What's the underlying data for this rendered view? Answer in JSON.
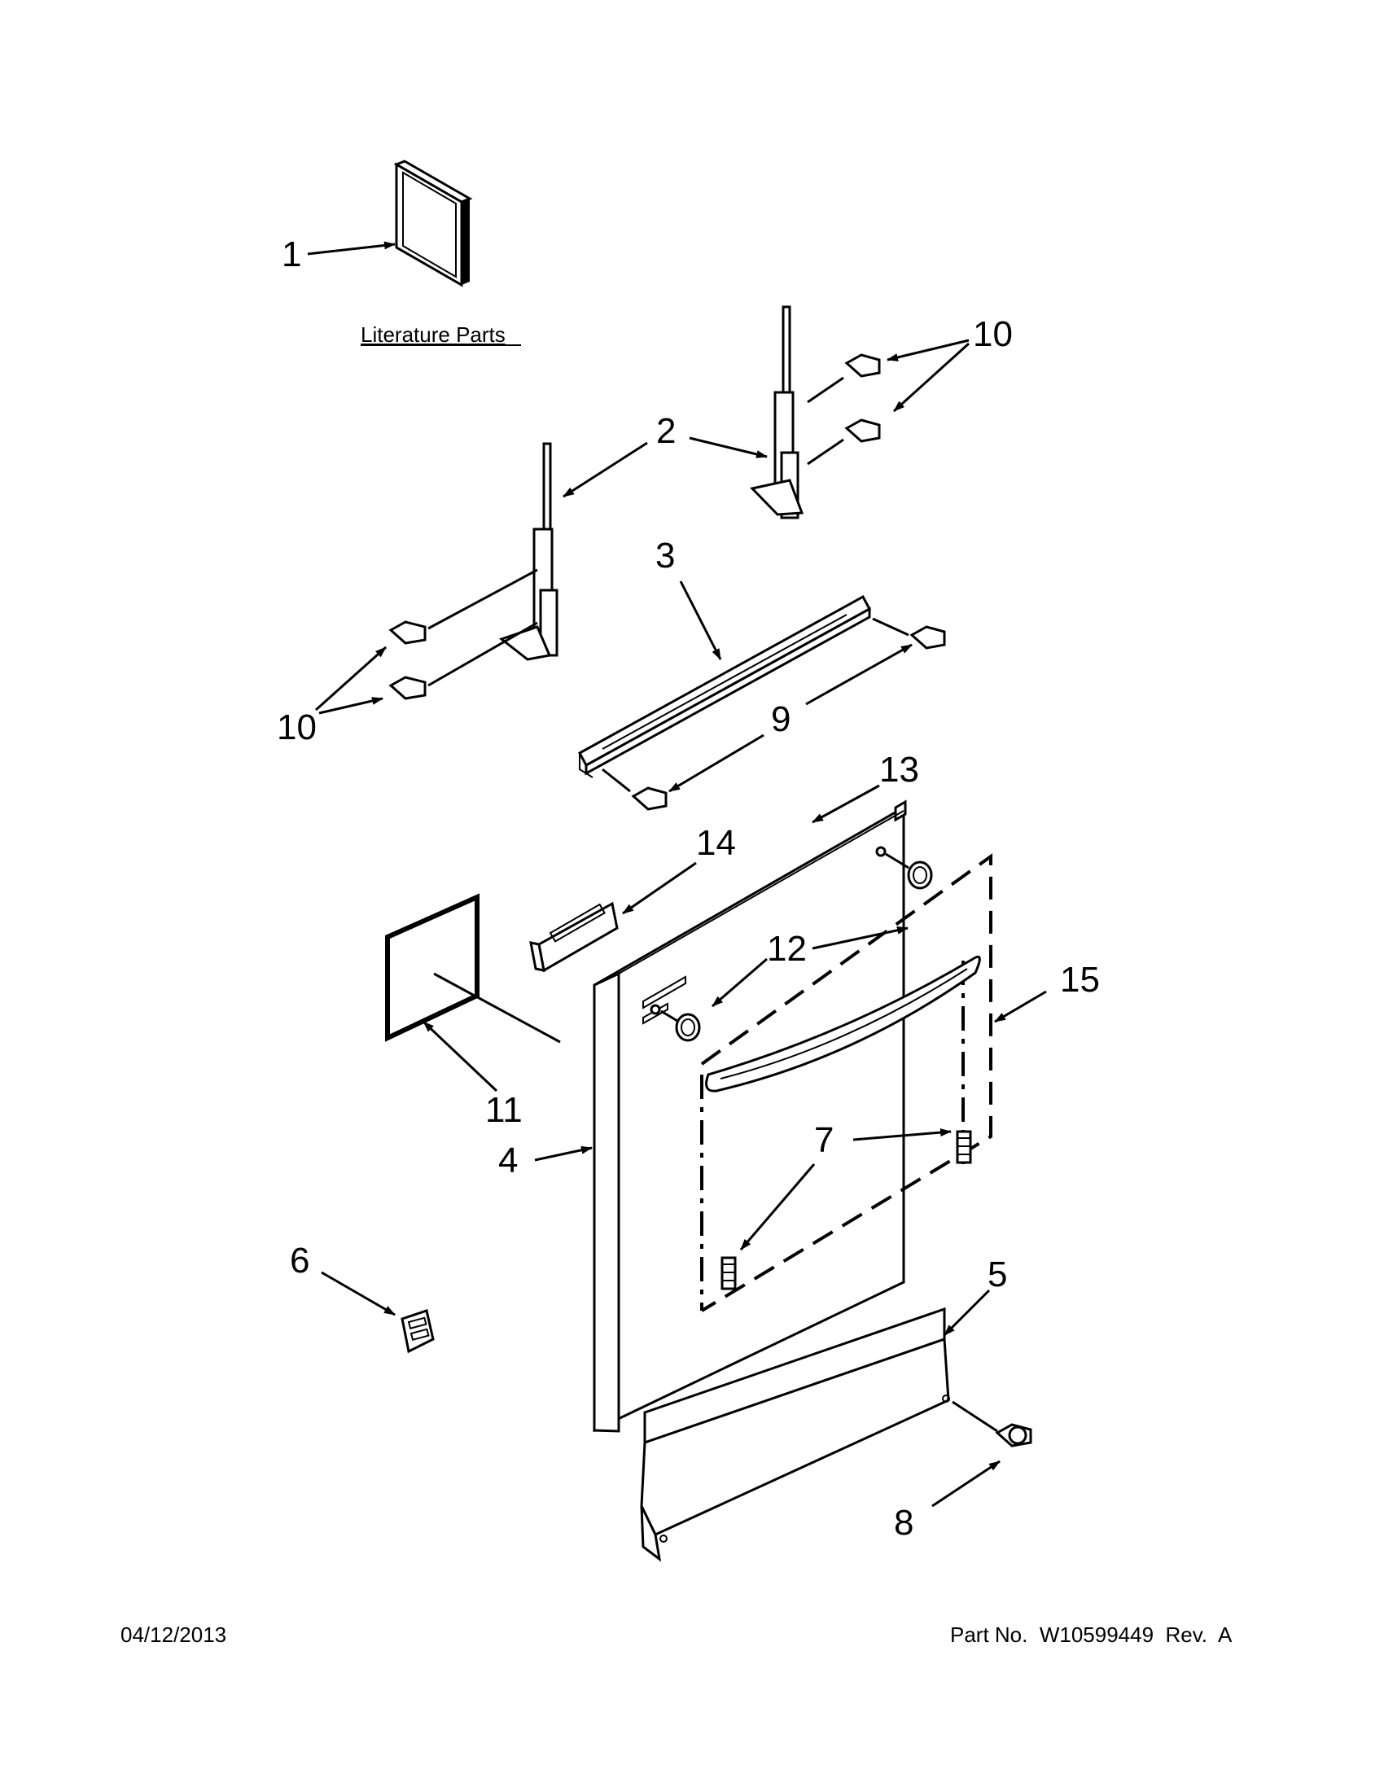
{
  "callouts": {
    "c1": "1",
    "c2": "2",
    "c3": "3",
    "c4": "4",
    "c5": "5",
    "c6": "6",
    "c7": "7",
    "c8": "8",
    "c9": "9",
    "c10a": "10",
    "c10b": "10",
    "c11": "11",
    "c12": "12",
    "c13": "13",
    "c14": "14",
    "c15": "15"
  },
  "literature_label": "Literature Parts",
  "footer": {
    "date": "04/12/2013",
    "part_no": "Part No.  W10599449  Rev.  A"
  }
}
